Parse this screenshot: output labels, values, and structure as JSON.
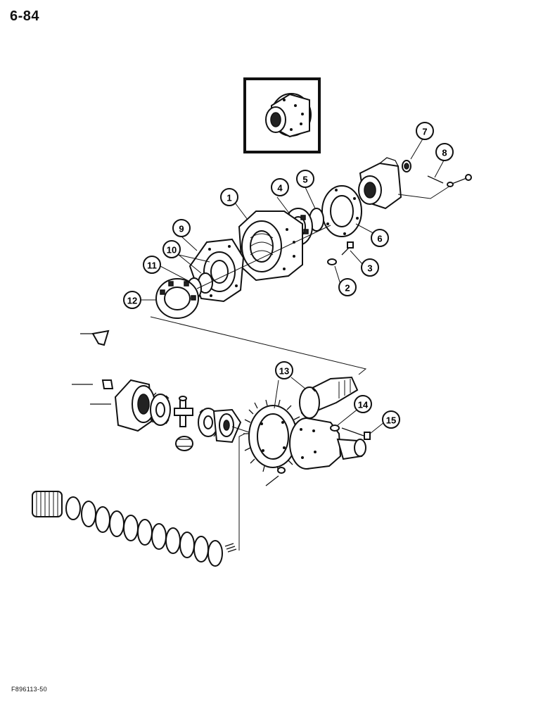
{
  "page": {
    "number": "6-84",
    "figure_code": "F896113-50"
  },
  "callouts": [
    "1",
    "2",
    "3",
    "4",
    "5",
    "6",
    "7",
    "8",
    "9",
    "10",
    "11",
    "12",
    "13",
    "14",
    "15"
  ]
}
